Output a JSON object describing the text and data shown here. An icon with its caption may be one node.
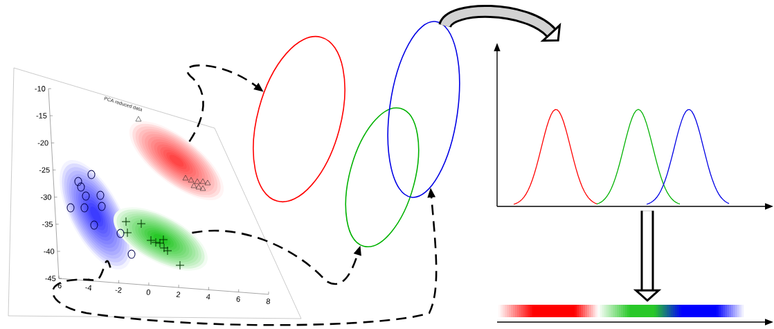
{
  "diagram": {
    "nodes": [
      {
        "text": [
          "PCA reduced data"
        ]
      },
      {
        "text": [],
        "shape": "cloud",
        "in": 0
      },
      {
        "text": [],
        "shape": "cloud",
        "in": 0
      },
      {
        "text": [],
        "shape": "cloud",
        "in": 0
      },
      {
        "text": [],
        "shape": "circle"
      },
      {
        "text": [],
        "shape": "circle"
      },
      {
        "text": [],
        "shape": "circle"
      },
      {
        "text": [],
        "shape": "picture"
      },
      {
        "text": [],
        "shape": "bar"
      }
    ],
    "edges": [
      {
        "from": 1,
        "to": 4,
        "arrow": "to",
        "style": "dashed"
      },
      {
        "from": 3,
        "to": 5,
        "arrow": "to",
        "style": "dashed"
      },
      {
        "from": 2,
        "to": 6,
        "arrow": "to",
        "style": "dashed"
      },
      {
        "from": 6,
        "to": 7,
        "arrow": "to",
        "style": "thick"
      },
      {
        "from": 7,
        "to": 8,
        "arrow": "to",
        "style": "thick"
      }
    ],
    "labels": [
      "-10",
      "-15",
      "-20",
      "-25",
      "-30",
      "-35",
      "-40",
      "-45",
      "-6",
      "-4",
      "-2",
      "0",
      "2",
      "4",
      "6",
      "8"
    ]
  }
}
